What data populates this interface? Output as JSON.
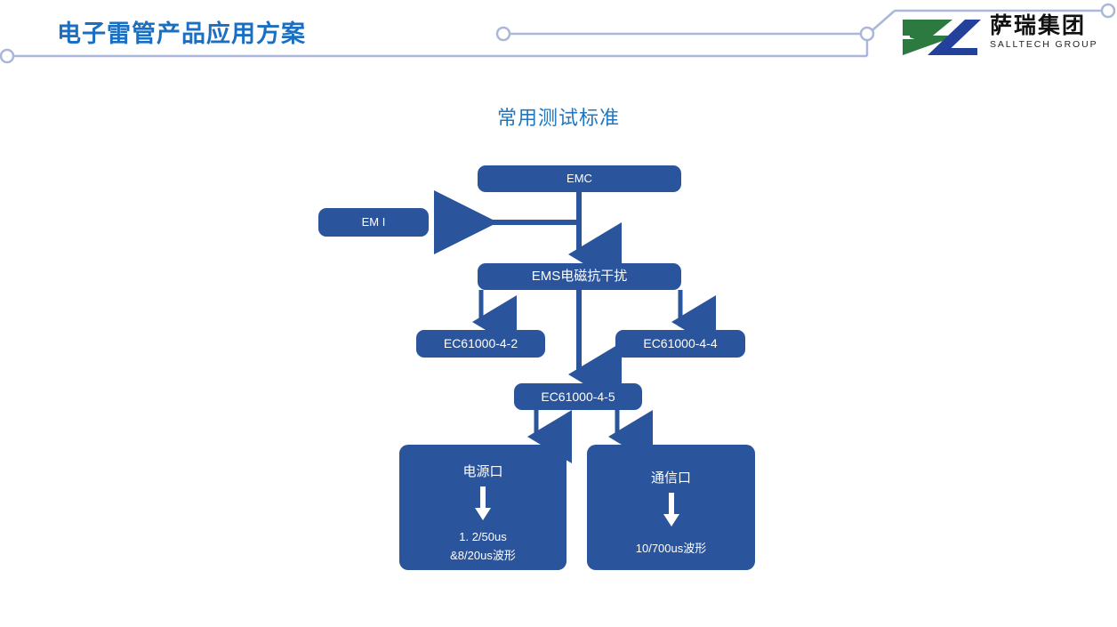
{
  "header": {
    "title": "电子雷管产品应用方案",
    "title_color": "#1B6FC2",
    "deco_color": "#A9B8D8"
  },
  "logo": {
    "name_cn": "萨瑞集团",
    "name_en": "SALLTECH GROUP",
    "mark_green": "#2C7A3F",
    "mark_blue": "#23409A"
  },
  "diagram": {
    "title": "常用测试标准",
    "title_color": "#2176BD",
    "node_fill": "#2A549B",
    "node_text": "#FFFFFF",
    "edge_color": "#2A549B",
    "nodes": {
      "emc": "EMC",
      "emi": "EM I",
      "ems": "EMS电磁抗干扰",
      "iec_4_2": "EC61000-4-2",
      "iec_4_4": "EC61000-4-4",
      "iec_4_5": "EC61000-4-5",
      "power_port": {
        "title": "电源口",
        "line1": "1. 2/50us",
        "line2": "&8/20us波形"
      },
      "comm_port": {
        "title": "通信口",
        "line1": "10/700us波形",
        "line2": ""
      }
    }
  }
}
